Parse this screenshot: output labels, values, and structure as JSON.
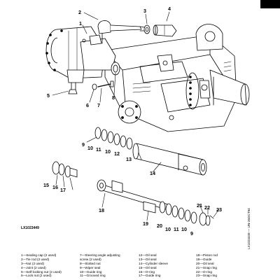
{
  "figure_id": "LX1023449",
  "side_code": "LX1023449 — UN-26OCT94",
  "callouts": [
    {
      "num": "1"
    },
    {
      "num": "2"
    },
    {
      "num": "3"
    },
    {
      "num": "4"
    },
    {
      "num": "5"
    },
    {
      "num": "6"
    },
    {
      "num": "7"
    },
    {
      "num": "8"
    },
    {
      "num": "9"
    },
    {
      "num": "10"
    },
    {
      "num": "11"
    },
    {
      "num": "10"
    },
    {
      "num": "12"
    },
    {
      "num": "13"
    },
    {
      "num": "14"
    },
    {
      "num": "15"
    },
    {
      "num": "16"
    },
    {
      "num": "17"
    },
    {
      "num": "18"
    },
    {
      "num": "19"
    },
    {
      "num": "20"
    },
    {
      "num": "10"
    },
    {
      "num": "11"
    },
    {
      "num": "10"
    },
    {
      "num": "9"
    },
    {
      "num": "21"
    },
    {
      "num": "22"
    },
    {
      "num": "23"
    }
  ],
  "legend": [
    [
      "1—Sealing cap (2 used)",
      "2—Tie rod (2 used)",
      "3—Nut (2 used)",
      "4—Joint (2 used)",
      "5—Self-locking nut (2 used)",
      "6—Lock nut (2 used)"
    ],
    [
      "7—Steering angle adjusting",
      "     screw (2 used)",
      "8—Slotted nut",
      "9—Wiper seal",
      "10—Guide ring",
      "11—Grooved ring"
    ],
    [
      "12—Oil seal",
      "13—Oil seal",
      "14—Cylinder sleeve",
      "15—Oil seal",
      "16—O-ring",
      "17—Guide ring"
    ],
    [
      "18—Piston rod",
      "19—Guide",
      "20—Oil seal",
      "21—Snap ring",
      "22—O-ring",
      "23—Snap ring"
    ]
  ]
}
